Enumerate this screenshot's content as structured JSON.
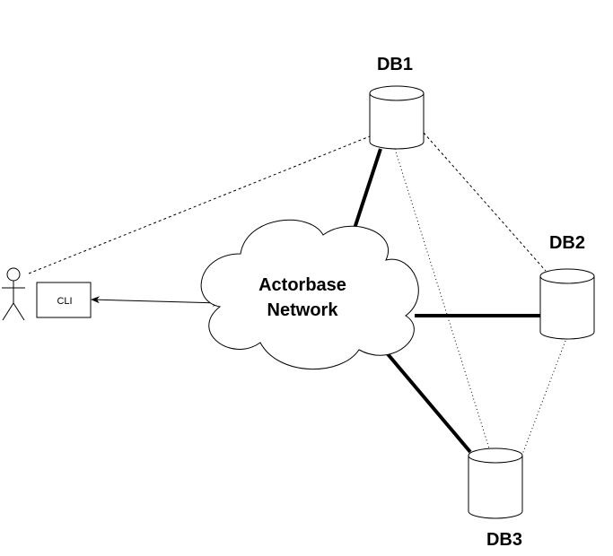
{
  "diagram": {
    "cloud": {
      "line1": "Actorbase",
      "line2": "Network"
    },
    "cli": {
      "label": "CLI"
    },
    "databases": [
      {
        "label": "DB1"
      },
      {
        "label": "DB2"
      },
      {
        "label": "DB3"
      }
    ]
  }
}
